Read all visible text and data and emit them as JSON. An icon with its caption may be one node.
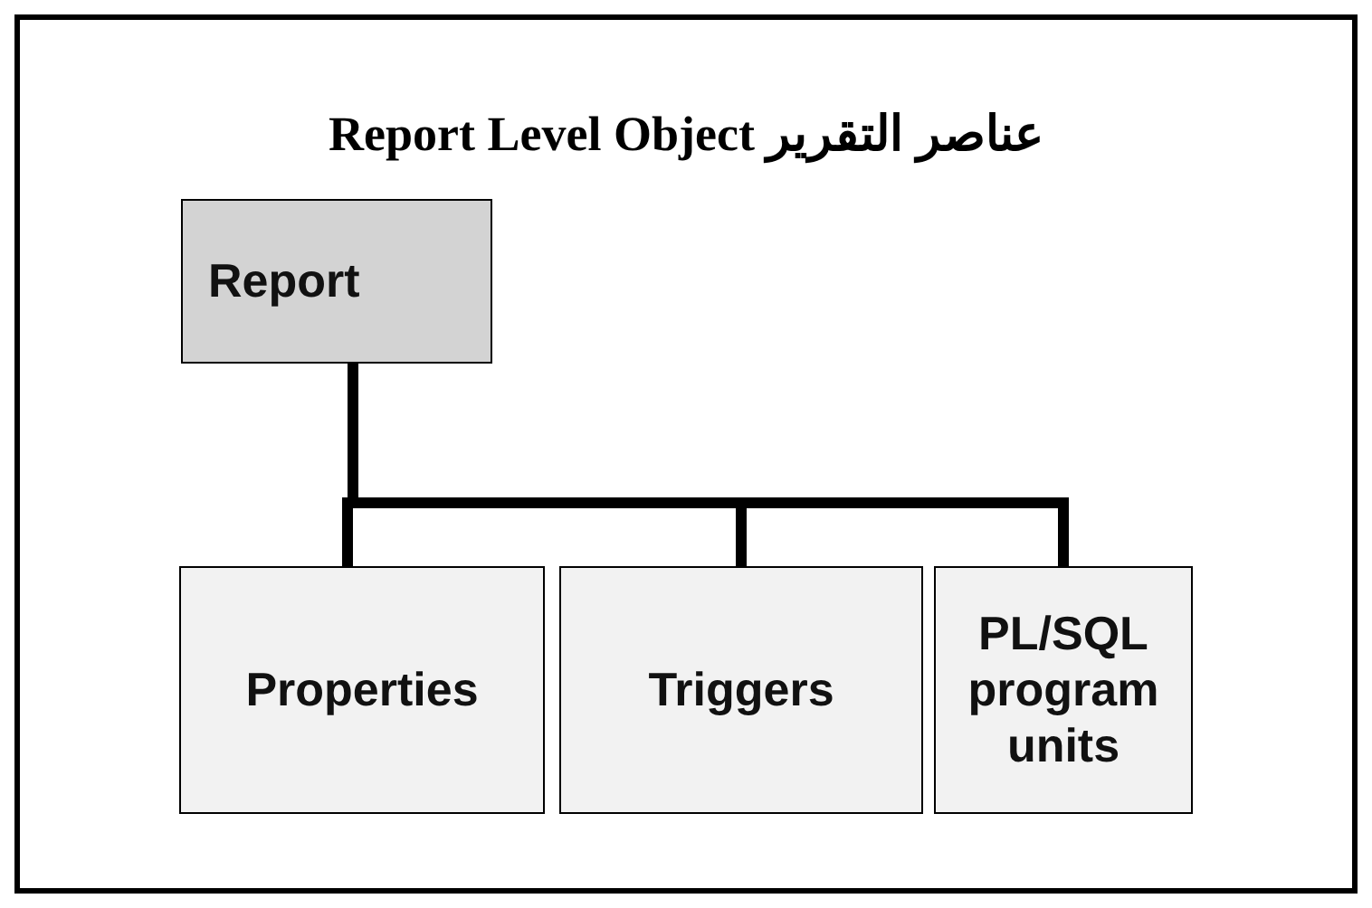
{
  "diagram": {
    "title": "عناصر التقرير Report Level Object",
    "nodes": [
      {
        "text": [
          "Report"
        ]
      },
      {
        "text": [
          "Properties"
        ]
      },
      {
        "text": [
          "Triggers"
        ]
      },
      {
        "text": [
          "PL/SQL program units"
        ]
      }
    ],
    "edges": [
      {
        "from": 0,
        "to": 1,
        "arrow": "none"
      },
      {
        "from": 0,
        "to": 2,
        "arrow": "none"
      },
      {
        "from": 0,
        "to": 3,
        "arrow": "none"
      }
    ]
  }
}
